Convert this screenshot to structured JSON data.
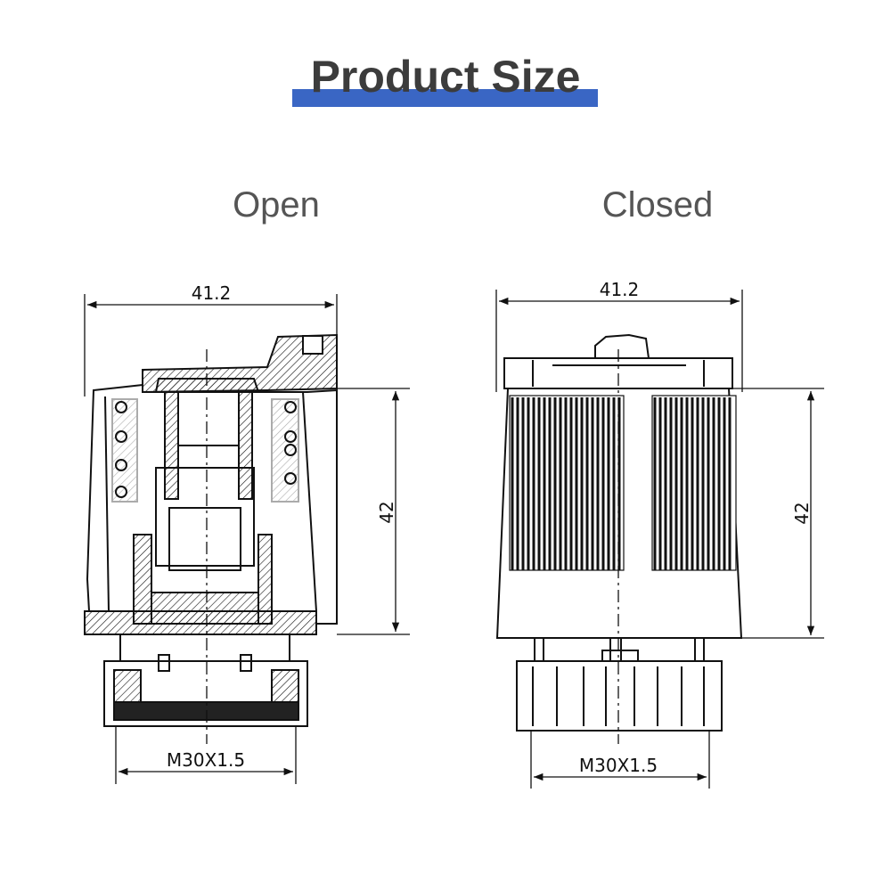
{
  "title": "Product Size",
  "colors": {
    "accent_bar": "#3a66c4",
    "title_text": "#3c3c3c",
    "label_text": "#555555",
    "line": "#111111"
  },
  "views": [
    {
      "label": "Open",
      "width_dim": "41.2",
      "height_dim": "42",
      "thread_dim": "M30X1.5"
    },
    {
      "label": "Closed",
      "width_dim": "41.2",
      "height_dim": "42",
      "thread_dim": "M30X1.5"
    }
  ]
}
